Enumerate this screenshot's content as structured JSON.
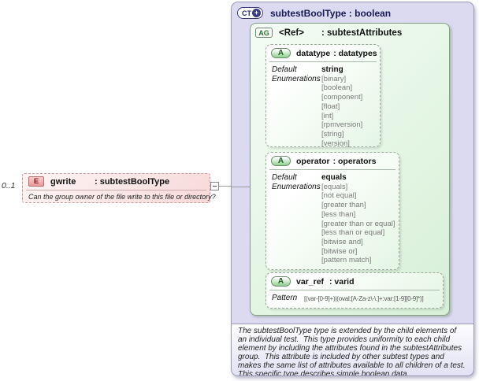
{
  "colors": {
    "complex_type_fill": "#dbdaf1",
    "attribute_group_fill": "#d7efd7",
    "element_fill": "#f7d9d9",
    "badge_navy": "#3c3c7c",
    "badge_green": "#2f6f2f",
    "badge_red": "#7d1f1f"
  },
  "element": {
    "cardinality": "0..1",
    "badge": "E",
    "name": "gwrite",
    "type": ": subtestBoolType",
    "annotation": "Can the group owner of the file write to this file or directory?"
  },
  "complex_type": {
    "badge": "CT",
    "badge_plus": "+",
    "title": "subtestBoolType : boolean",
    "footer_annotation": "The subtestBoolType type is extended by the child elements of an individual test.  This type provides uniformity to each child element by including the attributes found in the subtestAttributes group.  This attribute is included by other subtest types and makes the same list of attributes available to all children of a test.  This specific type describes simple boolean data.",
    "attribute_group": {
      "badge": "AG",
      "name": "<Ref>",
      "type": ": subtestAttributes",
      "attributes": [
        {
          "badge": "A",
          "name": "datatype",
          "type": ": datatypes",
          "default_label": "Default",
          "default_value": "string",
          "enum_label": "Enumerations",
          "enumerations": [
            "[binary]",
            "[boolean]",
            "[component]",
            "[float]",
            "[int]",
            "[rpmversion]",
            "[string]",
            "[version]"
          ]
        },
        {
          "badge": "A",
          "name": "operator",
          "type": ": operators",
          "default_label": "Default",
          "default_value": "equals",
          "enum_label": "Enumerations",
          "enumerations": [
            "[equals]",
            "[not equal]",
            "[greater than]",
            "[less than]",
            "[greater than or equal]",
            "[less than or equal]",
            "[bitwise and]",
            "[bitwise or]",
            "[pattern match]"
          ]
        },
        {
          "badge": "A",
          "name": "var_ref",
          "type": ": varid",
          "pattern_label": "Pattern",
          "pattern_value": "[(var-[0-9]+)|(oval:[A-Za-z\\-\\.]+:var:[1-9][0-9]*)]"
        }
      ]
    }
  }
}
